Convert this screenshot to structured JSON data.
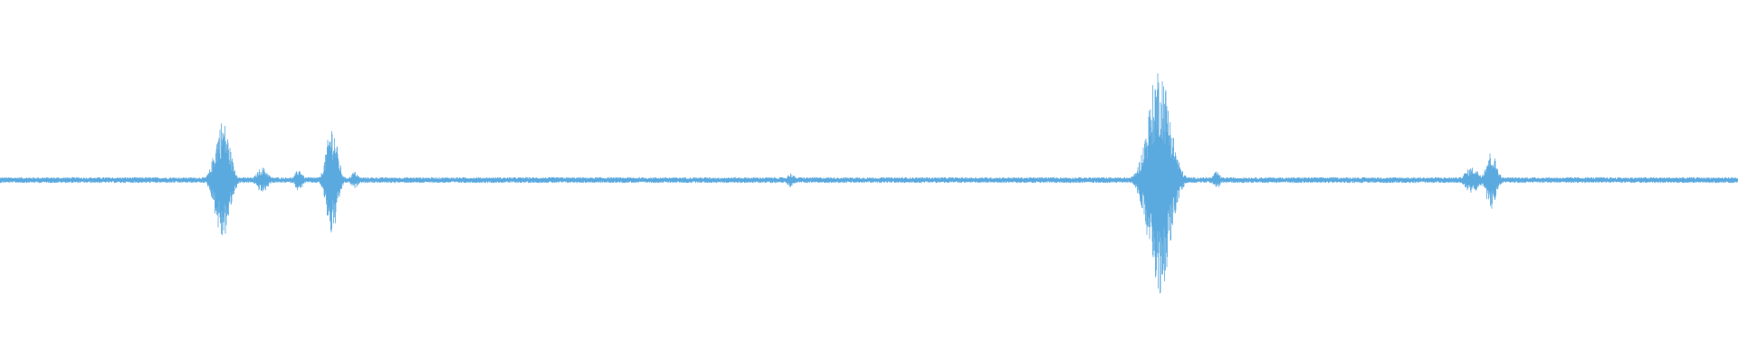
{
  "waveform": {
    "color": "#5aa9df",
    "background": "#ffffff",
    "baseline_level": 0.0,
    "noise_level": 0.02,
    "bursts": [
      {
        "position": 0.128,
        "peak": 0.42,
        "width": 0.004
      },
      {
        "position": 0.151,
        "peak": 0.09,
        "width": 0.003
      },
      {
        "position": 0.172,
        "peak": 0.08,
        "width": 0.002
      },
      {
        "position": 0.191,
        "peak": 0.39,
        "width": 0.003
      },
      {
        "position": 0.204,
        "peak": 0.06,
        "width": 0.002
      },
      {
        "position": 0.455,
        "peak": 0.05,
        "width": 0.002
      },
      {
        "position": 0.667,
        "peak": 0.8,
        "width": 0.006
      },
      {
        "position": 0.7,
        "peak": 0.06,
        "width": 0.002
      },
      {
        "position": 0.847,
        "peak": 0.09,
        "width": 0.004
      },
      {
        "position": 0.858,
        "peak": 0.2,
        "width": 0.003
      }
    ]
  }
}
